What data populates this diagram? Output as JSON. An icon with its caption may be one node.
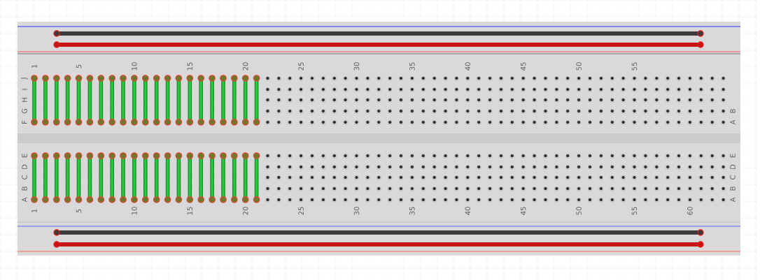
{
  "diagram": {
    "labels": [
      "1",
      "5",
      "10",
      "15",
      "20",
      "25",
      "30",
      "35",
      "40",
      "45",
      "50",
      "55",
      "J",
      "I",
      "H",
      "G",
      "F",
      "B",
      "A",
      "E",
      "D",
      "C",
      "B",
      "A",
      "E",
      "D",
      "C",
      "B",
      "A",
      "1",
      "5",
      "10",
      "15",
      "20",
      "25",
      "30",
      "35",
      "40",
      "45",
      "50",
      "55",
      "60"
    ]
  }
}
